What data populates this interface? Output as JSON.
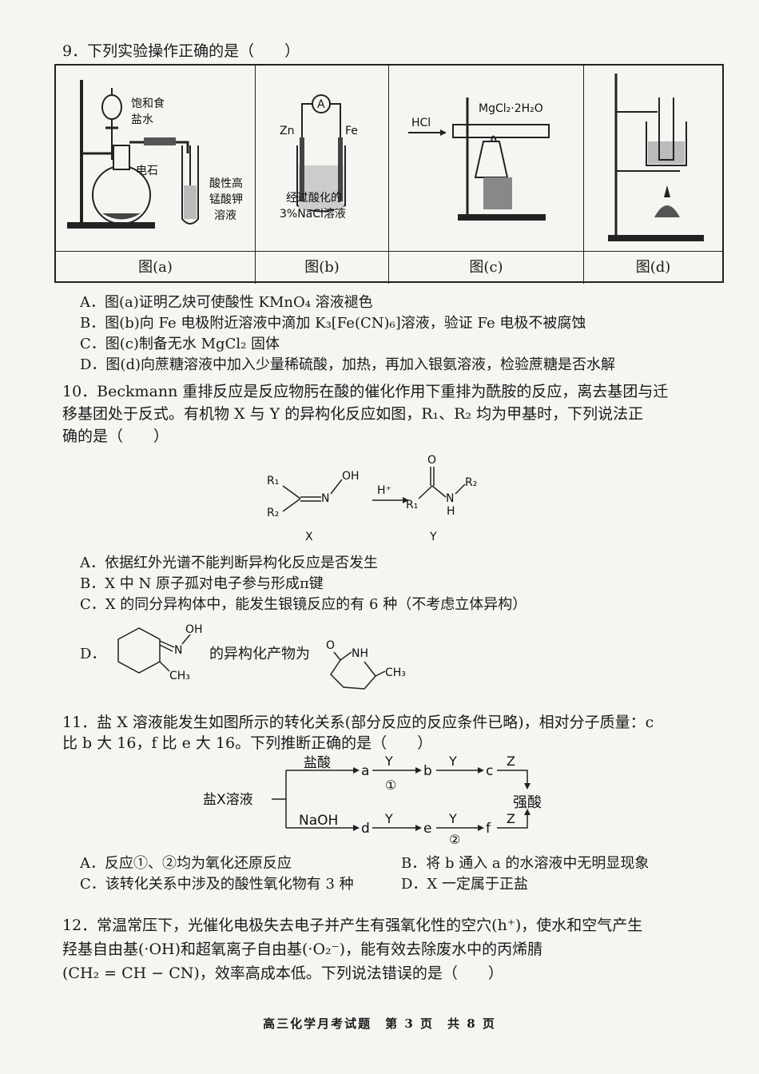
{
  "q9": {
    "stem": "9．下列实验操作正确的是（　　）",
    "fig_a_labels": [
      "饱和食",
      "盐水",
      "电石",
      "酸性高",
      "锰酸钾",
      "溶液"
    ],
    "fig_b_labels": [
      "A",
      "Zn",
      "Fe",
      "经过酸化的",
      "3%NaCl溶液"
    ],
    "fig_c_labels": [
      "HCl",
      "MgCl₂·2H₂O"
    ],
    "captions": [
      "图(a)",
      "图(b)",
      "图(c)",
      "图(d)"
    ],
    "options": [
      "A．图(a)证明乙炔可使酸性 KMnO₄ 溶液褪色",
      "B．图(b)向 Fe 电极附近溶液中滴加 K₃[Fe(CN)₆]溶液，验证 Fe 电极不被腐蚀",
      "C．图(c)制备无水 MgCl₂ 固体",
      "D．图(d)向蔗糖溶液中加入少量稀硫酸，加热，再加入银氨溶液，检验蔗糖是否水解"
    ]
  },
  "q10": {
    "stem_lines": [
      "10．Beckmann 重排反应是反应物肟在酸的催化作用下重排为酰胺的反应，离去基团与迁",
      "移基团处于反式。有机物 X 与 Y 的异构化反应如图，R₁、R₂ 均为甲基时，下列说法正",
      "确的是（　　）"
    ],
    "scheme": {
      "x_R1": "R₁",
      "x_R2": "R₂",
      "x_N": "N",
      "x_OH": "OH",
      "arrow": "H⁺",
      "y_O": "O",
      "y_R1": "R₁",
      "y_N": "N",
      "y_H": "H",
      "y_R2": "R₂",
      "label_x": "X",
      "label_y": "Y"
    },
    "options": [
      "A．依据红外光谱不能判断异构化反应是否发生",
      "B．X 中 N 原子孤对电子参与形成π键",
      "C．X 的同分异构体中，能发生银镜反应的有 6 种（不考虑立体异构）"
    ],
    "option_d_prefix": "D．",
    "option_d_text": "的异构化产物为",
    "d_labels": {
      "N": "N",
      "OH": "OH",
      "CH3": "CH₃",
      "O": "O",
      "NH": "NH",
      "CH3b": "CH₃"
    }
  },
  "q11": {
    "stem_lines": [
      "11．盐 X 溶液能发生如图所示的转化关系(部分反应的反应条件已略)，相对分子质量：c",
      "比 b 大 16，f 比 e 大 16。下列推断正确的是（　　）"
    ],
    "diagram": {
      "start": "盐X溶液",
      "upper_reagent": "盐酸",
      "lower_reagent": "NaOH",
      "a": "a",
      "b": "b",
      "c": "c",
      "d": "d",
      "e": "e",
      "f": "f",
      "Y": "Y",
      "Z": "Z",
      "end": "强酸",
      "mark1": "①",
      "mark2": "②"
    },
    "options_left": [
      "A．反应①、②均为氧化还原反应",
      "C．该转化关系中涉及的酸性氧化物有 3 种"
    ],
    "options_right": [
      "B．将 b 通入 a 的水溶液中无明显现象",
      "D．X 一定属于正盐"
    ]
  },
  "q12": {
    "stem_lines": [
      "12．常温常压下，光催化电极失去电子并产生有强氧化性的空穴(h⁺)，使水和空气产生",
      "羟基自由基(·OH)和超氧离子自由基(·O₂⁻)，能有效去除废水中的丙烯腈",
      "(CH₂ = CH − CN)，效率高成本低。下列说法错误的是（　　）"
    ]
  },
  "footer": "高三化学月考试题　第 3 页　共 8 页"
}
